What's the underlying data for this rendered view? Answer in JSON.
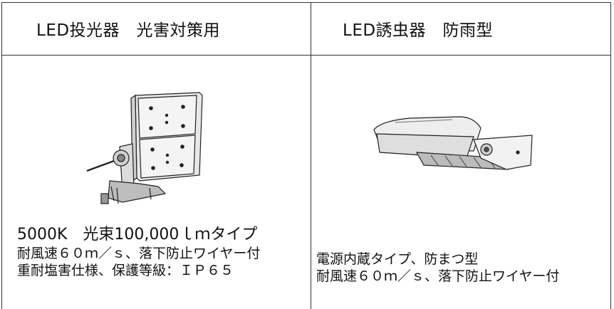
{
  "header": {
    "left": "LED投光器　光害対策用",
    "right": "LED誘虫器　防雨型"
  },
  "left_product": {
    "image_icon": "led-floodlight-icon",
    "spec_title": "5000K　光束100,000ｌｍタイプ",
    "spec_lines": [
      "耐風速６０ｍ／ｓ、落下防止ワイヤー付",
      "重耐塩害仕様、保護等級：ＩＰ６５"
    ]
  },
  "right_product": {
    "image_icon": "led-insect-lamp-icon",
    "spec_lines": [
      "電源内蔵タイプ、防まつ型",
      "耐風速６０ｍ／ｓ、落下防止ワイヤー付"
    ]
  },
  "colors": {
    "border": "#333333",
    "text": "#111111"
  }
}
